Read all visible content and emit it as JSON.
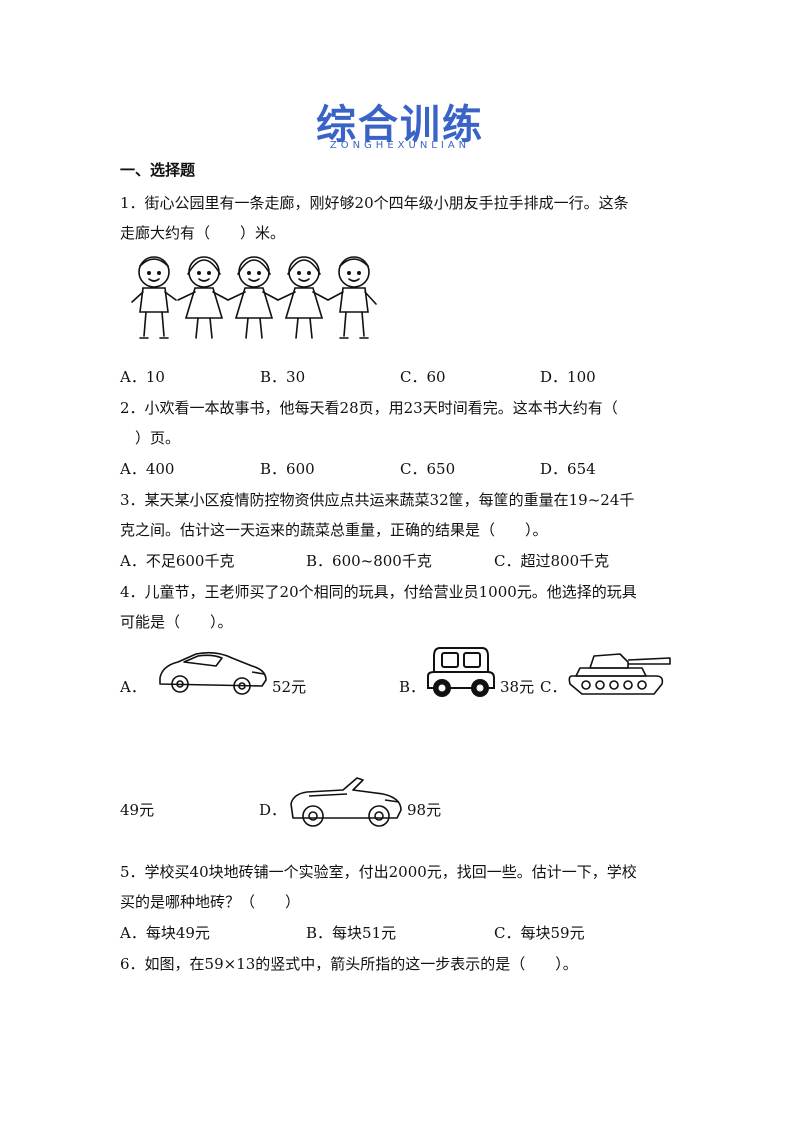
{
  "header": {
    "logo_title": "综合训练",
    "logo_sub": "ZONGHEXUNLIAN"
  },
  "section": {
    "heading": "一、选择题"
  },
  "questions": [
    {
      "lines": [
        "1．街心公园里有一条走廊，刚好够20个四年级小朋友手拉手排成一行。这条",
        "走廊大约有（　　）米。"
      ],
      "options": [
        "A．10",
        "B．30",
        "C．60",
        "D．100"
      ]
    },
    {
      "lines": [
        "2．小欢看一本故事书，他每天看28页，用23天时间看完。这本书大约有（",
        "　）页。"
      ],
      "options": [
        "A．400",
        "B．600",
        "C．650",
        "D．654"
      ]
    },
    {
      "lines": [
        "3．某天某小区疫情防控物资供应点共运来蔬菜32筐，每筐的重量在19~24千",
        "克之间。估计这一天运来的蔬菜总重量，正确的结果是（　　）。"
      ],
      "options": [
        "A．不足600千克",
        "B．600~800千克",
        "C．超过800千克"
      ]
    },
    {
      "lines": [
        "4．儿童节，王老师买了20个相同的玩具，付给营业员1000元。他选择的玩具",
        "可能是（　　）。"
      ],
      "options": [
        {
          "letter": "A．",
          "price": "52元"
        },
        {
          "letter": "B．",
          "price": "38元"
        },
        {
          "letter": "C．",
          "price": "49元"
        },
        {
          "letter": "D．",
          "price": "98元"
        }
      ]
    },
    {
      "lines": [
        "5．学校买40块地砖铺一个实验室，付出2000元，找回一些。估计一下，学校",
        "买的是哪种地砖？（　　）"
      ],
      "options": [
        "A．每块49元",
        "B．每块51元",
        "C．每块59元"
      ]
    },
    {
      "lines": [
        "6．如图，在59×13的竖式中，箭头所指的这一步表示的是（　　）。"
      ],
      "options": []
    }
  ],
  "icons": {
    "kids": "children-holding-hands-icon",
    "toy_a": "sports-car-icon",
    "toy_b": "toy-car-icon",
    "toy_c": "tank-icon",
    "toy_d": "convertible-car-icon"
  },
  "colors": {
    "brand": "#3a63c8",
    "text": "#111111"
  }
}
